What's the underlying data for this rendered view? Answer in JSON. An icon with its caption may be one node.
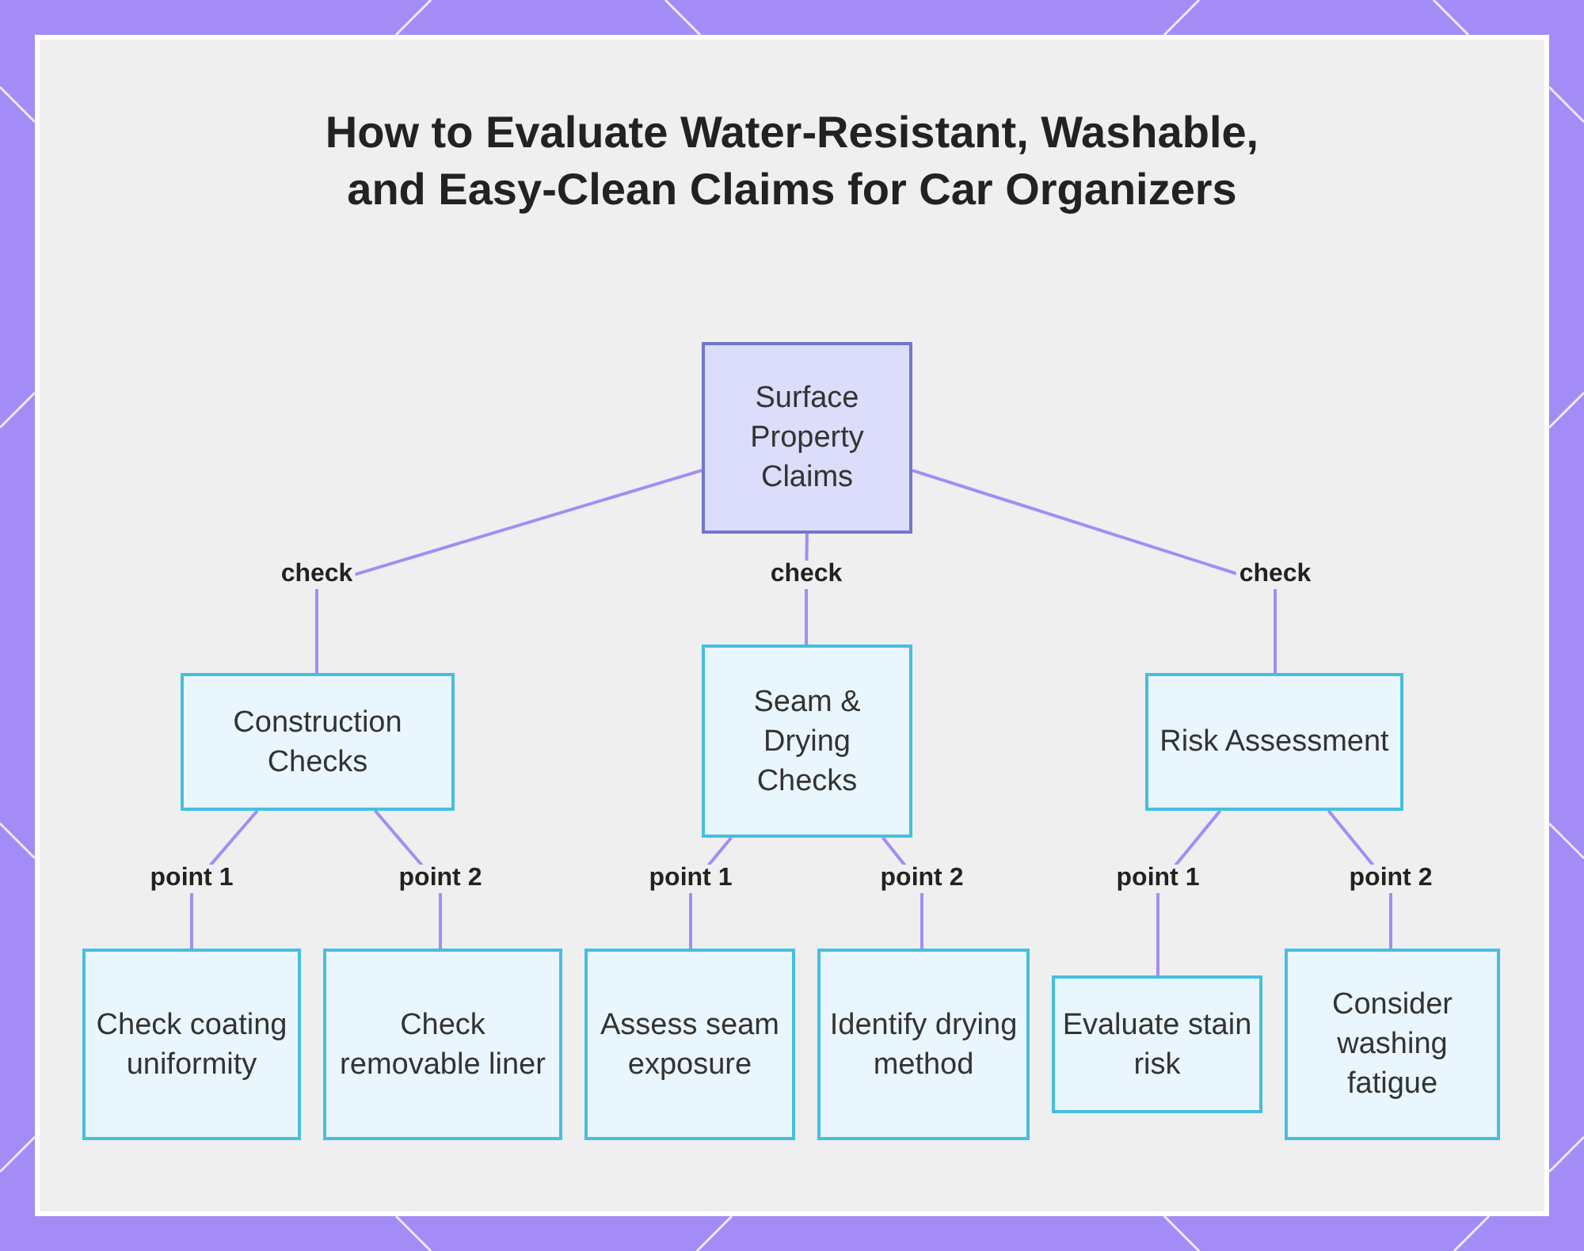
{
  "diagram": {
    "title": "How to Evaluate Water-Resistant, Washable, and Easy-Clean Claims for Car Organizers",
    "nodes": [
      {
        "text": [
          "Surface Property Claims"
        ]
      },
      {
        "text": [
          "Construction Checks"
        ]
      },
      {
        "text": [
          "Seam & Drying Checks"
        ]
      },
      {
        "text": [
          "Risk Assessment"
        ]
      },
      {
        "text": [
          "Check coating uniformity"
        ]
      },
      {
        "text": [
          "Check removable liner"
        ]
      },
      {
        "text": [
          "Assess seam exposure"
        ]
      },
      {
        "text": [
          "Identify drying method"
        ]
      },
      {
        "text": [
          "Evaluate stain risk"
        ]
      },
      {
        "text": [
          "Consider washing fatigue"
        ]
      }
    ],
    "edges": [
      {
        "from": 0,
        "to": 1,
        "arrow": "none",
        "label": "check"
      },
      {
        "from": 0,
        "to": 2,
        "arrow": "none",
        "label": "check"
      },
      {
        "from": 0,
        "to": 3,
        "arrow": "none",
        "label": "check"
      },
      {
        "from": 1,
        "to": 4,
        "arrow": "none",
        "label": "point 1"
      },
      {
        "from": 1,
        "to": 5,
        "arrow": "none",
        "label": "point 2"
      },
      {
        "from": 2,
        "to": 6,
        "arrow": "none",
        "label": "point 1"
      },
      {
        "from": 2,
        "to": 7,
        "arrow": "none",
        "label": "point 2"
      },
      {
        "from": 3,
        "to": 8,
        "arrow": "none",
        "label": "point 1"
      },
      {
        "from": 3,
        "to": 9,
        "arrow": "none",
        "label": "point 2"
      }
    ]
  }
}
